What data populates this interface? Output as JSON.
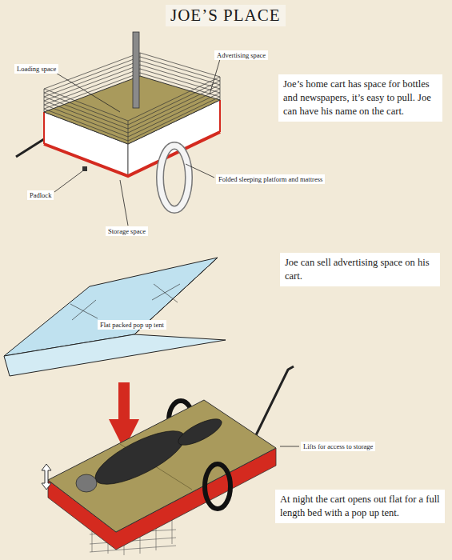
{
  "diagram": {
    "title": "JOE’S PLACE",
    "nodes": [
      {
        "text": [
          "Joe’s home cart has space for bottles and newspapers, it’s easy to pull. Joe can have his name on the cart."
        ]
      },
      {
        "text": [
          "Joe can sell advertising space on his cart."
        ]
      },
      {
        "text": [
          "At night the cart opens out flat for a full length bed with a pop up tent."
        ]
      }
    ],
    "labels": [
      "Loading space",
      "Advertising space",
      "Padlock",
      "Storage space",
      "Folded sleeping platform and mattress",
      "Flat packed pop up tent",
      "Lifts for access to storage"
    ]
  }
}
